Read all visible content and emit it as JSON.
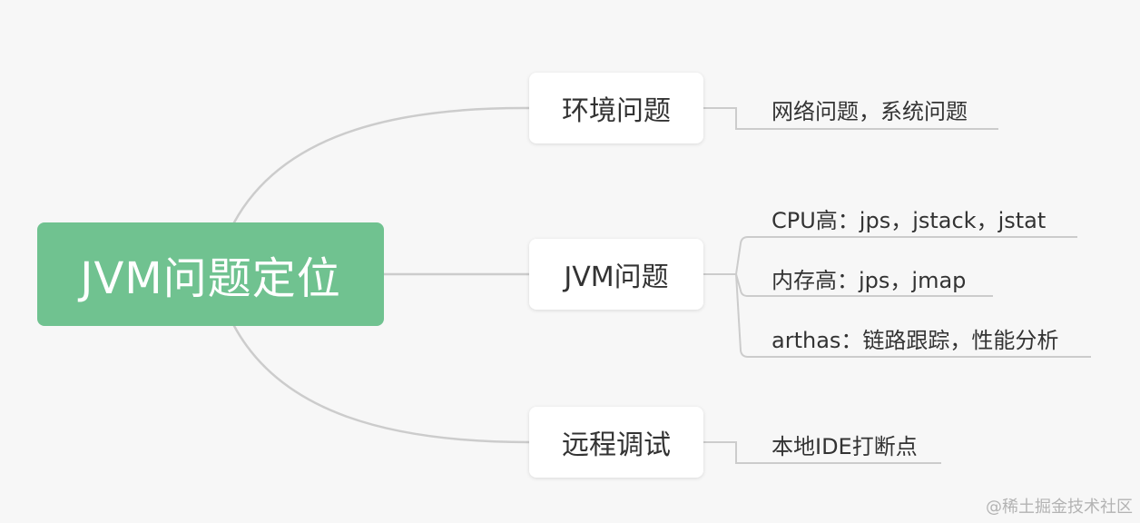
{
  "root": {
    "label": "JVM问题定位"
  },
  "branches": [
    {
      "label": "环境问题",
      "leaves": [
        "网络问题，系统问题"
      ]
    },
    {
      "label": "JVM问题",
      "leaves": [
        "CPU高：jps，jstack，jstat",
        "内存高：jps，jmap",
        "arthas：链路跟踪，性能分析"
      ]
    },
    {
      "label": "远程调试",
      "leaves": [
        "本地IDE打断点"
      ]
    }
  ],
  "watermark": "@稀土掘金技术社区",
  "colors": {
    "root_fill": "#70c290",
    "connector": "#cccccc",
    "background": "#f7f7f7"
  }
}
